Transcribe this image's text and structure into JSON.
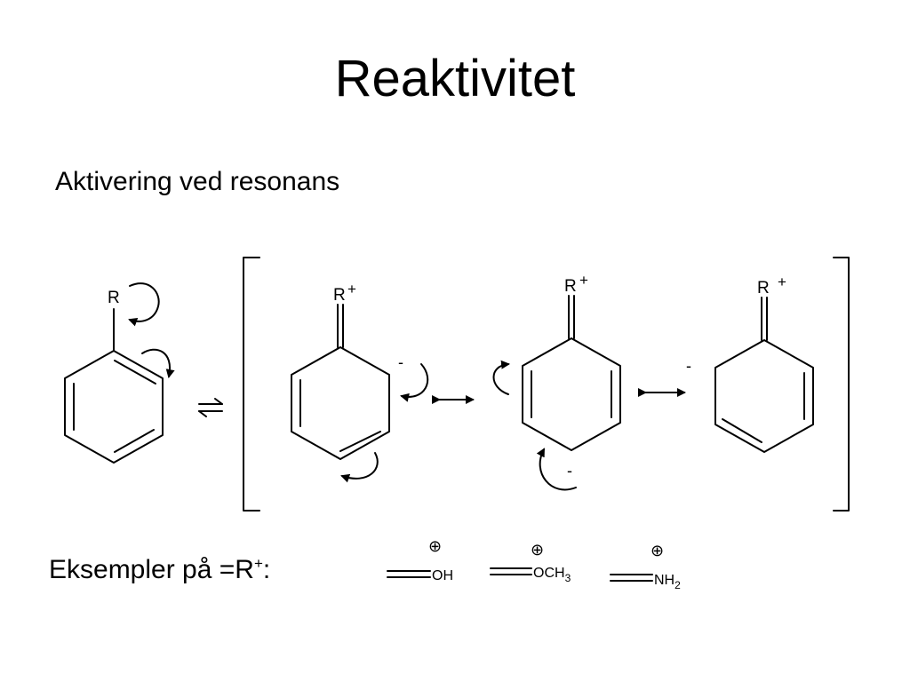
{
  "title": "Reaktivitet",
  "subtitle": "Aktivering ved resonans",
  "examples": {
    "label_prefix": "Eksempler på =R",
    "label_sup": "+",
    "label_suffix": ":",
    "groups": [
      {
        "text": "OH",
        "sub": "",
        "charge": "⊕"
      },
      {
        "text": "OCH",
        "sub": "3",
        "charge": "⊕"
      },
      {
        "text": "NH",
        "sub": "2",
        "charge": "⊕"
      }
    ]
  },
  "scheme": {
    "substituent": "R",
    "plus": "+",
    "minus": "-",
    "equilibrium": "⇌"
  }
}
